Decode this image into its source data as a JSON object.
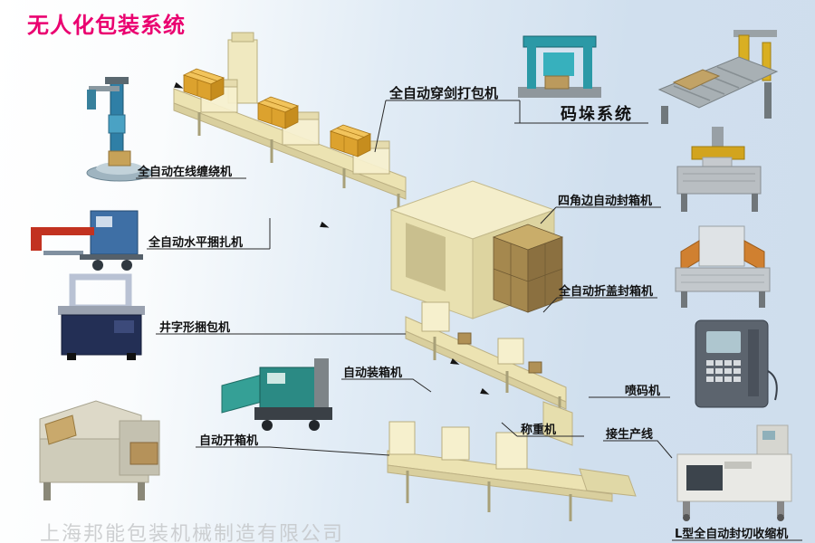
{
  "page": {
    "title": "无人化包装系统",
    "watermark": "上海邦能包装机械制造有限公司"
  },
  "colors": {
    "title_accent": "#ea0070",
    "label_text": "#111111",
    "background_left": "#ffffff",
    "background_right": "#cfdeed",
    "illustration_cream": "#ece3b2",
    "carton_yellow": "#dca22e",
    "carton_brown": "#a5884e"
  },
  "icons": {
    "flow_arrow": "►"
  },
  "labels": {
    "sword_strapper": "全自动穿剑打包机",
    "palletizing_system": "码垛系统",
    "online_wrapper": "全自动在线缠绕机",
    "four_corner_sealer": "四角边自动封箱机",
    "horizontal_strapper": "全自动水平捆扎机",
    "flap_fold_sealer": "全自动折盖封箱机",
    "well_type_strapper": "井字形捆包机",
    "case_packer": "自动装箱机",
    "inkjet_printer": "喷码机",
    "case_erector": "自动开箱机",
    "weighing_machine": "称重机",
    "production_line_link": "接生产线",
    "l_type_shrink_wrapper": "L型全自动封切收缩机"
  }
}
